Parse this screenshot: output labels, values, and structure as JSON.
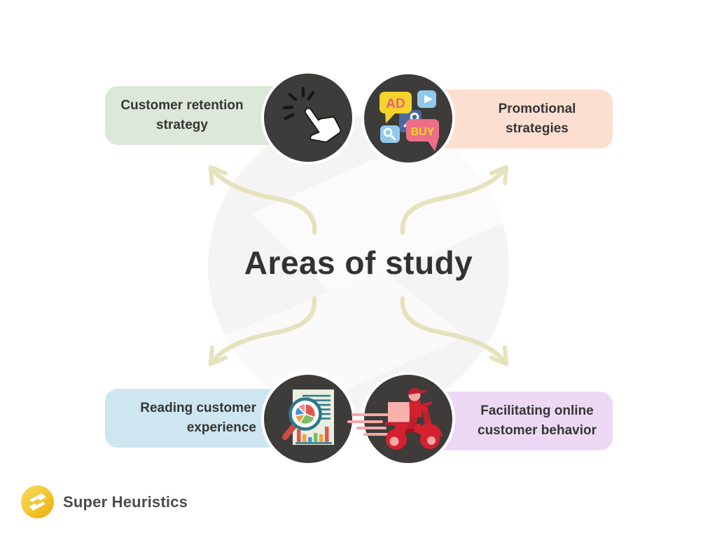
{
  "title": "Areas of study",
  "brand": {
    "name": "Super Heuristics"
  },
  "areas": [
    {
      "id": "customer-retention",
      "label": "Customer retention strategy",
      "bg": "#dce8d9"
    },
    {
      "id": "promotional",
      "label": "Promotional strategies",
      "bg": "#fcdfd0"
    },
    {
      "id": "reading-experience",
      "label": "Reading customer experience",
      "bg": "#cee6ef"
    },
    {
      "id": "online-behavior",
      "label": "Facilitating online customer behavior",
      "bg": "#edd9f5"
    }
  ],
  "icons": {
    "promotion": {
      "ad_label": "AD",
      "buy_label": "BUY"
    }
  },
  "colors": {
    "arrow": "#e5e3bd",
    "icon_circle": "#3d3c3a",
    "title_text": "#323232",
    "label_text": "#363636",
    "watermark": "#f4f4f4",
    "brand_gold": "#f3c52d",
    "brand_text": "#4b4b4d"
  }
}
